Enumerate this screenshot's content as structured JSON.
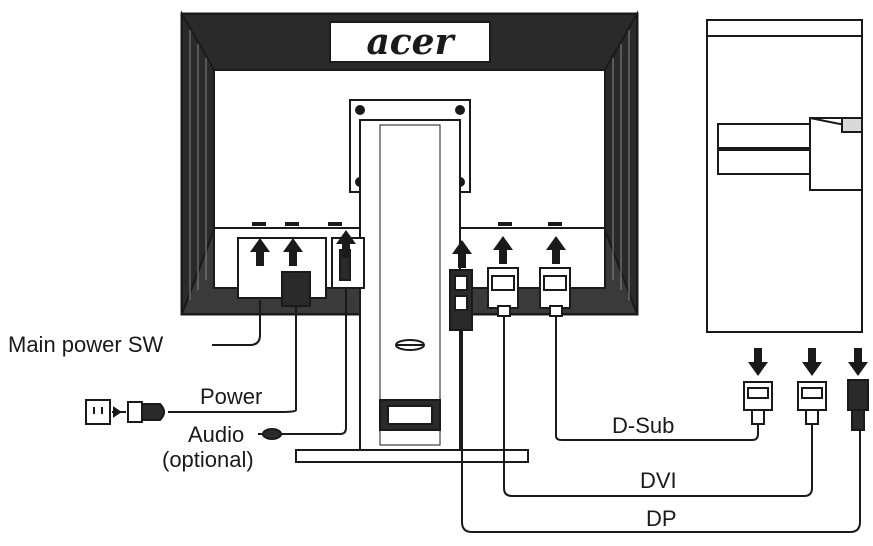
{
  "brand": "acer",
  "labels": {
    "main_power_sw": "Main power SW",
    "power": "Power",
    "audio": "Audio",
    "audio_optional": "(optional)",
    "dsub": "D-Sub",
    "dvi": "DVI",
    "dp": "DP"
  },
  "colors": {
    "line": "#1a1a1a",
    "fill_dark": "#2a2a2a",
    "fill_light": "#ffffff",
    "fill_mid": "#d9d9d9"
  },
  "icons": [
    "power-outlet-icon",
    "power-plug-icon",
    "audio-jack-icon",
    "dsub-connector-icon",
    "dvi-connector-icon",
    "dp-connector-icon",
    "arrow-down-icon",
    "arrow-up-icon"
  ]
}
